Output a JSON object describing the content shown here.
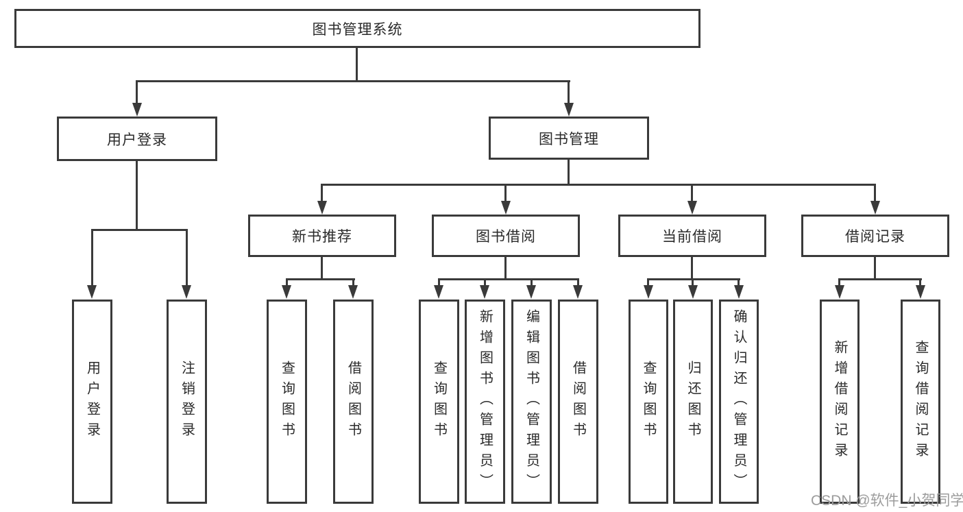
{
  "diagram": {
    "root": {
      "label": "图书管理系统"
    },
    "branches": [
      {
        "label": "用户登录",
        "children": [
          {
            "label": "用户登录"
          },
          {
            "label": "注销登录"
          }
        ]
      },
      {
        "label": "图书管理",
        "children": [
          {
            "label": "新书推荐",
            "children": [
              {
                "label": "查询图书"
              },
              {
                "label": "借阅图书"
              }
            ]
          },
          {
            "label": "图书借阅",
            "children": [
              {
                "label": "查询图书"
              },
              {
                "label": "新增图书（管理员）"
              },
              {
                "label": "编辑图书（管理员）"
              },
              {
                "label": "借阅图书"
              }
            ]
          },
          {
            "label": "当前借阅",
            "children": [
              {
                "label": "查询图书"
              },
              {
                "label": "归还图书"
              },
              {
                "label": "确认归还（管理员）"
              }
            ]
          },
          {
            "label": "借阅记录",
            "children": [
              {
                "label": "新增借阅记录"
              },
              {
                "label": "查询借阅记录"
              }
            ]
          }
        ]
      }
    ],
    "watermark": "CSDN @软件_小贺同学",
    "colors": {
      "line": "#3a3a3a",
      "text": "#2a2a2a",
      "watermark": "#9c9c9c",
      "background": "#ffffff"
    }
  }
}
